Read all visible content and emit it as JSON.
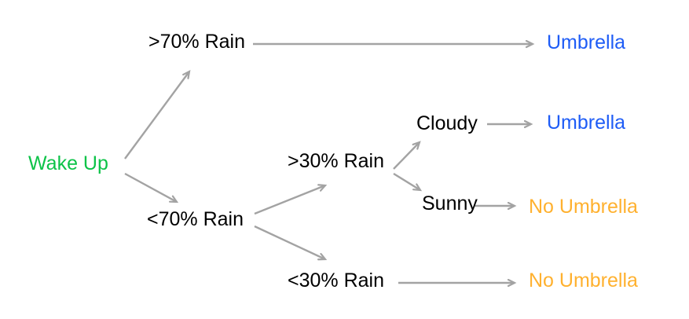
{
  "diagram": {
    "type": "decision-tree",
    "topic": "umbrella-decision",
    "background_color": "#ffffff",
    "arrow_color": "#a3a3a3",
    "colors": {
      "root_green": "#0cc348",
      "umbrella_blue": "#1e5cf6",
      "no_umbrella_orange": "#ffb12f",
      "label_black": "#000000"
    },
    "nodes": {
      "wake_up": {
        "label": "Wake Up",
        "color": "#0cc348"
      },
      "rain_gt_70": {
        "label": ">70% Rain",
        "color": "#000000"
      },
      "rain_lt_70": {
        "label": "<70% Rain",
        "color": "#000000"
      },
      "rain_gt_30": {
        "label": ">30% Rain",
        "color": "#000000"
      },
      "rain_lt_30": {
        "label": "<30% Rain",
        "color": "#000000"
      },
      "cloudy": {
        "label": "Cloudy",
        "color": "#000000"
      },
      "sunny": {
        "label": "Sunny",
        "color": "#000000"
      },
      "umbrella_top": {
        "label": "Umbrella",
        "color": "#1e5cf6"
      },
      "umbrella_mid": {
        "label": "Umbrella",
        "color": "#1e5cf6"
      },
      "no_umbrella_mid": {
        "label": "No Umbrella",
        "color": "#ffb12f"
      },
      "no_umbrella_bottom": {
        "label": "No Umbrella",
        "color": "#ffb12f"
      }
    },
    "edges": [
      {
        "from": "wake_up",
        "to": "rain_gt_70"
      },
      {
        "from": "wake_up",
        "to": "rain_lt_70"
      },
      {
        "from": "rain_gt_70",
        "to": "umbrella_top"
      },
      {
        "from": "rain_lt_70",
        "to": "rain_gt_30"
      },
      {
        "from": "rain_lt_70",
        "to": "rain_lt_30"
      },
      {
        "from": "rain_gt_30",
        "to": "cloudy"
      },
      {
        "from": "rain_gt_30",
        "to": "sunny"
      },
      {
        "from": "cloudy",
        "to": "umbrella_mid"
      },
      {
        "from": "sunny",
        "to": "no_umbrella_mid"
      },
      {
        "from": "rain_lt_30",
        "to": "no_umbrella_bottom"
      }
    ]
  }
}
